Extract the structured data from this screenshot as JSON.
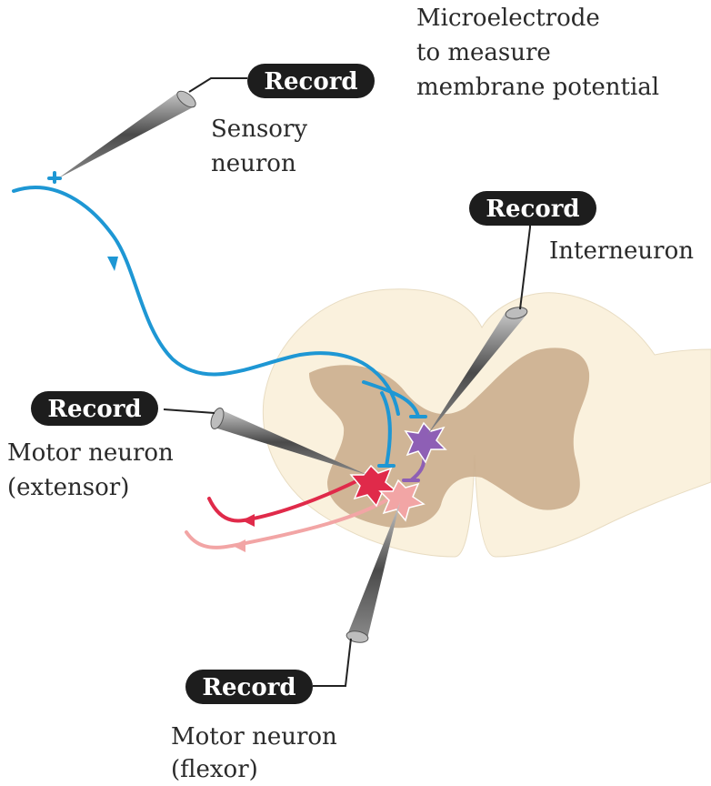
{
  "labels": {
    "microelectrode": [
      "Microelectrode",
      "to measure",
      "membrane potential"
    ],
    "sensory": [
      "Sensory",
      "neuron"
    ],
    "interneuron": [
      "Interneuron"
    ],
    "motor_extensor": [
      "Motor neuron",
      "(extensor)"
    ],
    "motor_flexor": [
      "Motor neuron",
      "(flexor)"
    ]
  },
  "record_buttons": {
    "sensory": "Record",
    "interneuron": "Record",
    "extensor": "Record",
    "flexor": "Record"
  },
  "colors": {
    "sensory_axon": "#1e97d4",
    "interneuron": "#8e5fb5",
    "extensor_motor": "#e02a4a",
    "flexor_motor": "#f2a5a5",
    "spinal_white_matter": "#faf1dd",
    "spinal_gray_matter": "#c8aa8a",
    "record_label_bg": "#1d1d1d",
    "electrode": "#6f6f6f"
  }
}
